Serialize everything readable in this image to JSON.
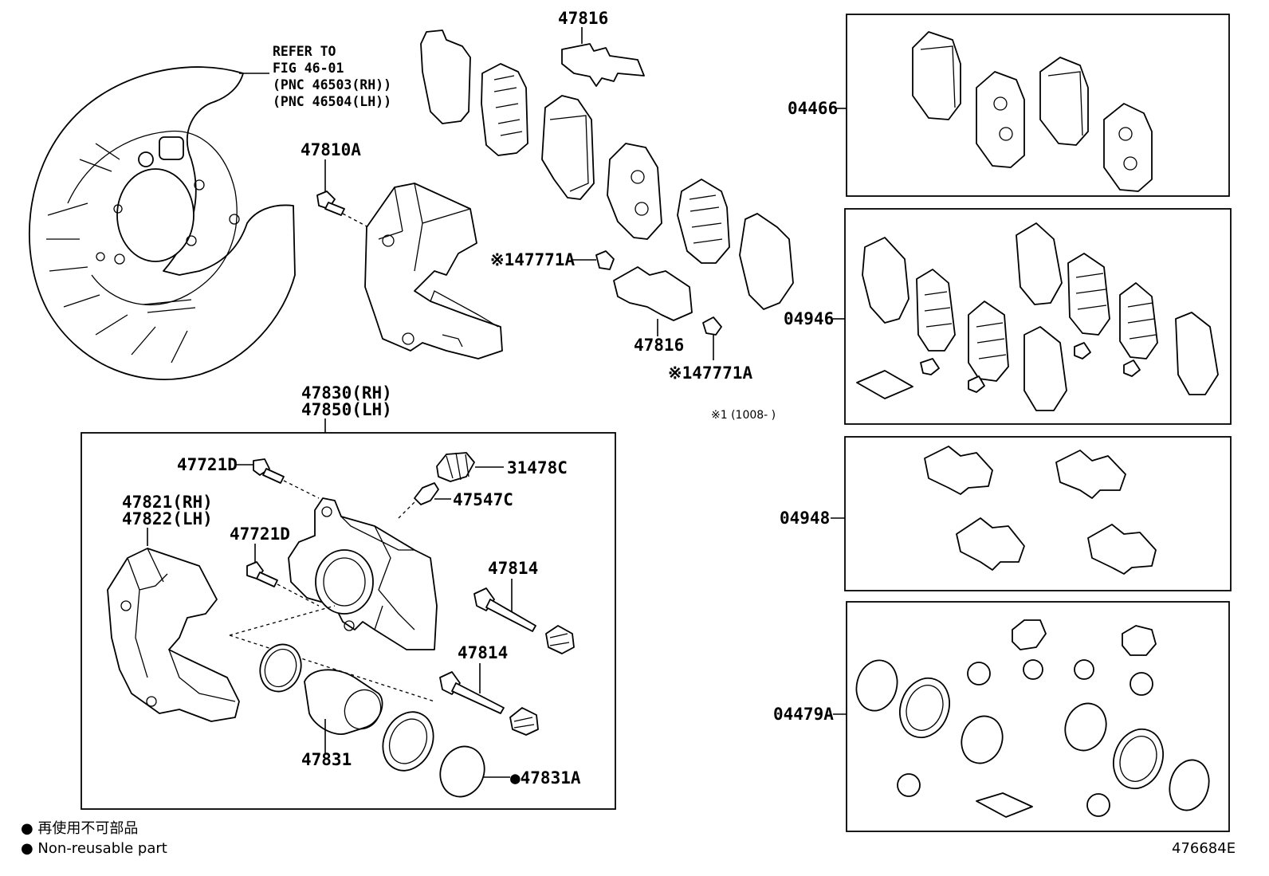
{
  "refer_note": {
    "line1": "REFER TO",
    "line2": "FIG 46-01",
    "line3": "(PNC 46503(RH))",
    "line4": "(PNC 46504(LH))"
  },
  "labels": {
    "p47816_top": "47816",
    "p47810A": "47810A",
    "p47771A_a": "※147771A",
    "p47816_mid": "47816",
    "p47771A_b": "※147771A",
    "p47830": "47830(RH)",
    "p47850": "47850(LH)",
    "p47721D_a": "47721D",
    "p31478C": "31478C",
    "p47547C": "47547C",
    "p47821": "47821(RH)",
    "p47822": "47822(LH)",
    "p47721D_b": "47721D",
    "p47814_a": "47814",
    "p47814_b": "47814",
    "p47831": "47831",
    "p47831A": "●47831A",
    "k04466": "04466",
    "k04946": "04946",
    "k04948": "04948",
    "k04479A": "04479A"
  },
  "footnote": "※1 (1008-        )",
  "legend": {
    "jp": "● 再使用不可部品",
    "en": "● Non-reusable part"
  },
  "figure_id": "476684E"
}
